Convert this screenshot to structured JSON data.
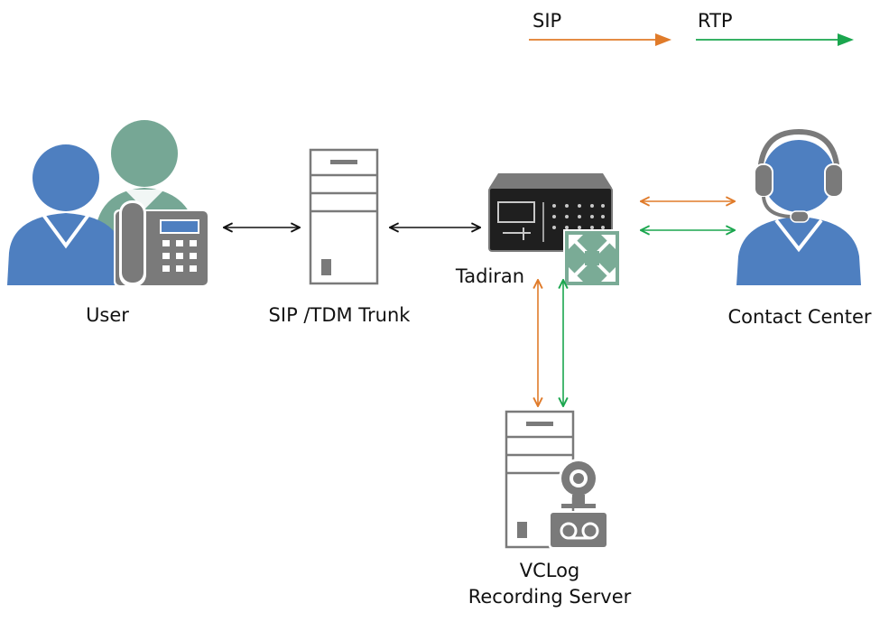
{
  "legend": {
    "sip_label": "SIP",
    "rtp_label": "RTP"
  },
  "nodes": {
    "user": "User",
    "trunk": "SIP /TDM Trunk",
    "tadiran": "Tadiran",
    "contact_center": "Contact Center",
    "recorder_line1": "VCLog",
    "recorder_line2": "Recording Server"
  },
  "colors": {
    "sip": "#e07b2a",
    "rtp": "#1aa64e",
    "connector": "#111111",
    "person_blue": "#4e7fc0",
    "person_green": "#76a795",
    "device_gray": "#7a7a7a",
    "device_dark": "#1f1f1f",
    "switch_green": "#7aab96"
  }
}
